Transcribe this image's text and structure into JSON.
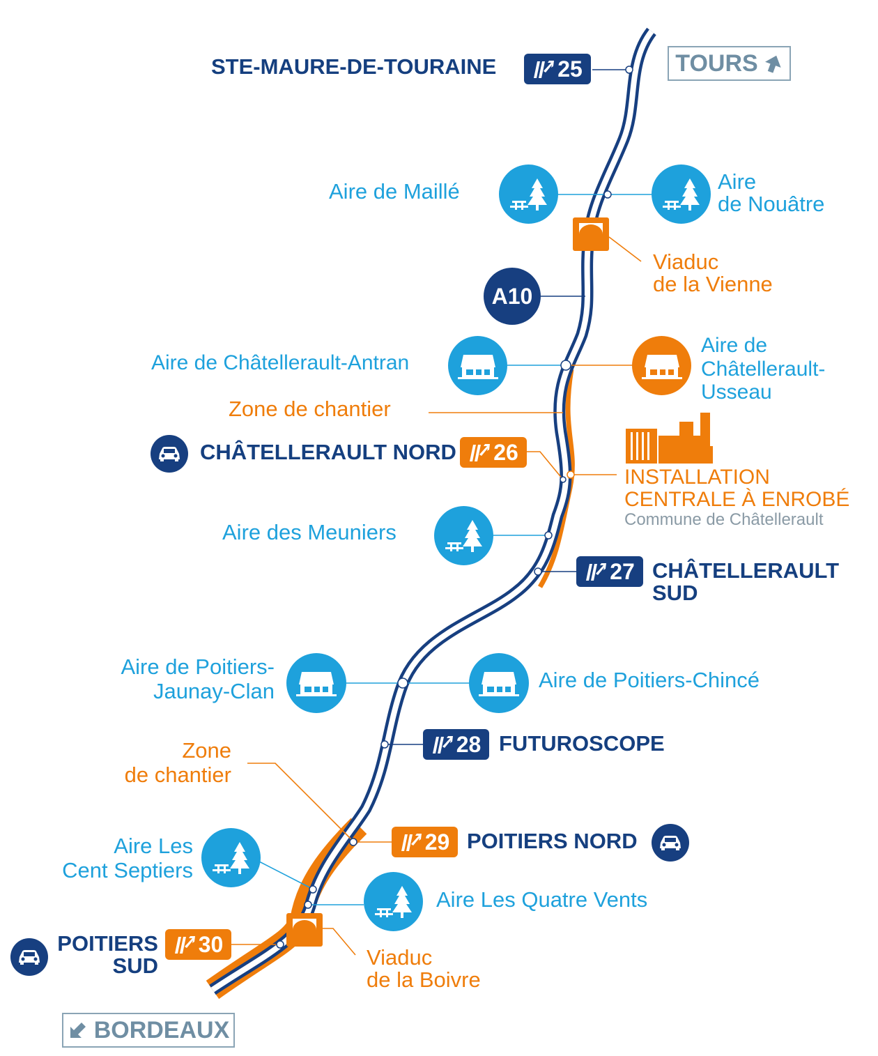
{
  "colors": {
    "navy": "#173f80",
    "blue": "#1ea1dc",
    "orange": "#ef7d0b",
    "grey": "#8a9aa5"
  },
  "highway": "A10",
  "directions": {
    "north": "TOURS",
    "south": "BORDEAUX"
  },
  "exits": [
    {
      "number": "25",
      "name": "STE-MAURE-DE-TOURAINE",
      "status": "normal"
    },
    {
      "number": "26",
      "name": "CHÂTELLERAULT NORD",
      "status": "works"
    },
    {
      "number": "27",
      "name_line1": "CHÂTELLERAULT",
      "name_line2": "SUD",
      "status": "normal"
    },
    {
      "number": "28",
      "name": "FUTUROSCOPE",
      "status": "normal"
    },
    {
      "number": "29",
      "name": "POITIERS NORD",
      "status": "works"
    },
    {
      "number": "30",
      "name_line1": "POITIERS",
      "name_line2": "SUD",
      "status": "works"
    }
  ],
  "rest_areas": {
    "maille": "Aire de Maillé",
    "nouatre_line1": "Aire",
    "nouatre_line2": "de Nouâtre",
    "antran": "Aire de Châtellerault-Antran",
    "usseau_line1": "Aire de",
    "usseau_line2": "Châtellerault-",
    "usseau_line3": "Usseau",
    "meuniers": "Aire des Meuniers",
    "jaunay_line1": "Aire de Poitiers-",
    "jaunay_line2": "Jaunay-Clan",
    "chince": "Aire de Poitiers-Chincé",
    "cent_line1": "Aire Les",
    "cent_line2": "Cent Septiers",
    "quatre": "Aire Les Quatre Vents"
  },
  "viaducts": {
    "vienne_line1": "Viaduc",
    "vienne_line2": "de la Vienne",
    "boivre_line1": "Viaduc",
    "boivre_line2": "de la Boivre"
  },
  "works": {
    "zone1": "Zone de chantier",
    "zone2_line1": "Zone",
    "zone2_line2": "de chantier",
    "plant_line1": "INSTALLATION",
    "plant_line2": "CENTRALE À ENROBÉ",
    "plant_location": "Commune de Châtellerault"
  },
  "icons": {
    "picnic_area": "picnic-tree-icon",
    "service_area": "service-station-icon",
    "viaduct": "viaduct-icon",
    "car": "car-icon",
    "factory": "factory-icon",
    "exit_sign": "exit-arrow-icon",
    "direction_arrow": "direction-arrow-icon"
  }
}
